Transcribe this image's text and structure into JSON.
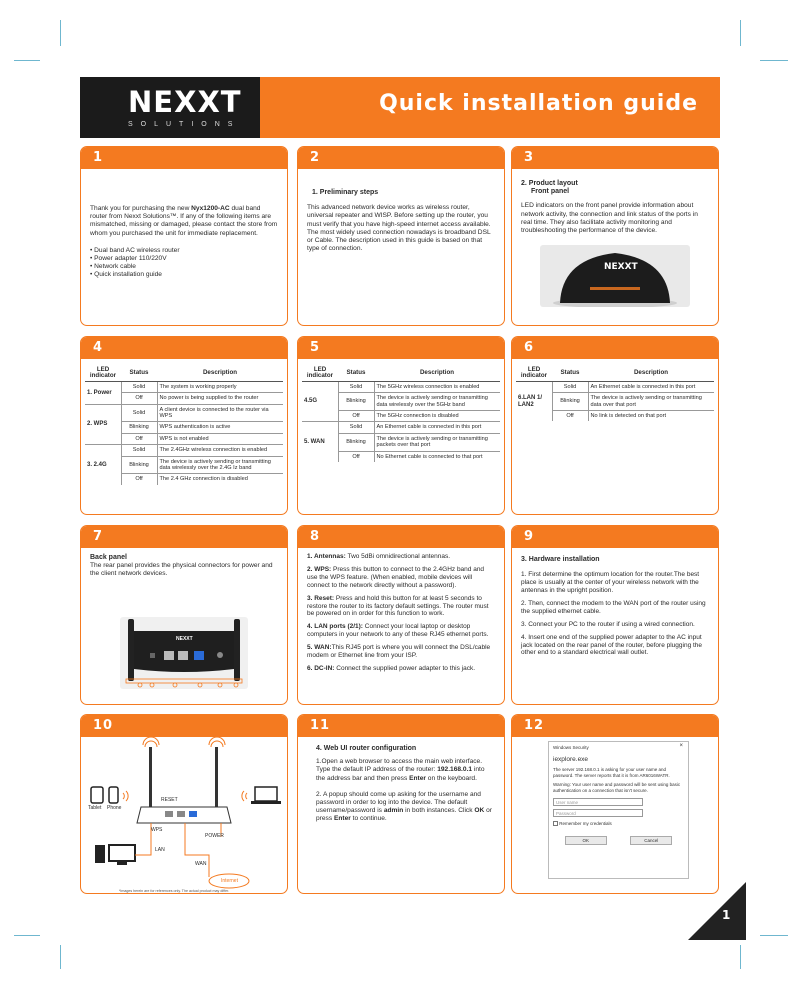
{
  "header": {
    "logo_main": "NEXXT",
    "logo_sub": "SOLUTIONS",
    "title": "Quick installation guide"
  },
  "panels": {
    "p1": {
      "num": "1",
      "intro_pre": "Thank you for purchasing the new ",
      "model": "Nyx1200-AC",
      "intro_post": " dual band router from Nexxt Solutions™. If any of the following items are mismatched, missing or damaged, please contact the store from whom you purchased the unit for immediate replacement.",
      "items": [
        "Dual band AC wireless router",
        "Power adapter 110/220V",
        "Network cable",
        "Quick installation guide"
      ]
    },
    "p2": {
      "num": "2",
      "title": "1. Preliminary steps",
      "text": "This advanced network device works as wireless router, universal repeater and WISP. Before setting up the router, you must verify that you have high-speed internet access available. The most widely used connection nowadays is broadband DSL or Cable. The description used in this guide is based on that type of connection."
    },
    "p3": {
      "num": "3",
      "title1": "2. Product layout",
      "title2": "Front panel",
      "text": "LED indicators on the front panel provide information about network activity, the connection and link status of the ports in real time. They also facilitate activity monitoring and troubleshooting the performance of the device.",
      "router_logo": "NEXXT"
    },
    "p4": {
      "num": "4",
      "headers": [
        "LED indicator",
        "Status",
        "Description"
      ],
      "groups": [
        {
          "ind": "1. Power",
          "rows": [
            [
              "Solid",
              "The system is working properly"
            ],
            [
              "Off",
              "No power is being supplied to the router"
            ]
          ]
        },
        {
          "ind": "2. WPS",
          "rows": [
            [
              "Solid",
              "A client device is connected to the router via WPS"
            ],
            [
              "Blinking",
              "WPS authentication is active"
            ],
            [
              "Off",
              "WPS is not enabled"
            ]
          ]
        },
        {
          "ind": "3. 2.4G",
          "rows": [
            [
              "Solid",
              "The 2.4GHz wireless connection is enabled"
            ],
            [
              "Blinking",
              "The device is actively sending or transmitting data wirelessly over the 2.4G Iz band"
            ],
            [
              "Off",
              "The 2.4 GHz connection is disabled"
            ]
          ]
        }
      ]
    },
    "p5": {
      "num": "5",
      "headers": [
        "LED indicator",
        "Status",
        "Description"
      ],
      "groups": [
        {
          "ind": "4.5G",
          "rows": [
            [
              "Solid",
              "The 5GHz wireless connection is enabled"
            ],
            [
              "Blinking",
              "The device is actively sending or transmitting data wirelessly over the 5GHz band"
            ],
            [
              "Off",
              "The 5GHz connection is disabled"
            ]
          ]
        },
        {
          "ind": "5. WAN",
          "rows": [
            [
              "Solid",
              "An Ethernet cable is connected in this port"
            ],
            [
              "Blinking",
              "The device is actively sending or transmitting packets over that port"
            ],
            [
              "Off",
              "No Ethernet cable is connected to that port"
            ]
          ]
        }
      ]
    },
    "p6": {
      "num": "6",
      "headers": [
        "LED indicator",
        "Status",
        "Description"
      ],
      "groups": [
        {
          "ind": "6.LAN 1/ LAN2",
          "rows": [
            [
              "Solid",
              "An Ethernet cable is connected in this port"
            ],
            [
              "Blinking",
              "The device is actively sending or transmitting data over that port"
            ],
            [
              "Off",
              "No link is detected on that port"
            ]
          ]
        }
      ]
    },
    "p7": {
      "num": "7",
      "title": "Back panel",
      "text": "The rear panel provides the physical connectors for power and the client network devices.",
      "router_logo": "NEXXT"
    },
    "p8": {
      "num": "8",
      "items": [
        {
          "t": "1. Antennas:",
          "d": " Two 5dBi omnidirectional antennas."
        },
        {
          "t": "2. WPS:",
          "d": " Press this button to connect to the 2.4GHz band and use the WPS feature. (When enabled, mobile devices will connect to the network directly without a password)."
        },
        {
          "t": "3. Reset:",
          "d": " Press and hold this button for at least 5 seconds to restore the router to its factory default settings. The router must be powered on in order for this function to work."
        },
        {
          "t": "4. LAN ports (2/1):",
          "d": " Connect your local laptop or desktop computers in your network to any of these RJ45 ethernet ports."
        },
        {
          "t": "5. WAN:",
          "d": "This RJ45 port is where you will connect the DSL/cable modem or Ethernet line from your ISP."
        },
        {
          "t": "6. DC-IN:",
          "d": " Connect the supplied power adapter to this jack."
        }
      ]
    },
    "p9": {
      "num": "9",
      "title": "3. Hardware installation",
      "items": [
        "1. First determine the optimum location for the router.The best place is usually at the center of your wireless network with the antennas in the upright position.",
        "2. Then, connect the modem to the WAN port of the router using the supplied ethernet cable.",
        "3. Connect your PC to the router if using a wired connection.",
        "4. Insert one end of the supplied power adapter to the AC input jack located on the rear panel of the router, before plugging the other end to a standard electrical wall outlet."
      ]
    },
    "p10": {
      "num": "10",
      "labels": {
        "tablet": "Tablet",
        "phone": "Phone",
        "reset": "RESET",
        "wps": "WPS",
        "power": "POWER",
        "lan": "LAN",
        "wan": "WAN",
        "internet": "Internet"
      },
      "note": "*Images herein are for references only. The actual product may differ."
    },
    "p11": {
      "num": "11",
      "title": "4. Web UI router configuration",
      "s1_pre": "1.Open a web browser to access the main web interface. Type the default IP address of the router: ",
      "s1_ip": "192.168.0.1",
      "s1_mid": " into the address bar and then press ",
      "s1_enter": "Enter",
      "s1_post": " on the keyboard.",
      "s2_pre": "2. A popup should come up asking for the username and password in order to log into the device. The default username/password is ",
      "s2_admin": "admin",
      "s2_mid": " in both instances. Click ",
      "s2_ok": "OK",
      "s2_mid2": " or press ",
      "s2_enter": "Enter",
      "s2_post": " to continue."
    },
    "p12": {
      "num": "12",
      "dialog": {
        "title_bar": "Windows Security",
        "close": "×",
        "app": "iexplore.exe",
        "msg1": "The server 192.168.0.1 is asking for your user name and password. The server reports that it is from AR6016WATR.",
        "msg2": "Warning: Your user name and password will be sent using basic authentication on a connection that isn't secure.",
        "user_ph": "User name",
        "pass_ph": "Password",
        "remember": "Remember my credentials",
        "ok": "OK",
        "cancel": "Cancel"
      }
    }
  },
  "page_number": "1",
  "colors": {
    "accent": "#f47a20",
    "dark": "#1b1b1b"
  }
}
